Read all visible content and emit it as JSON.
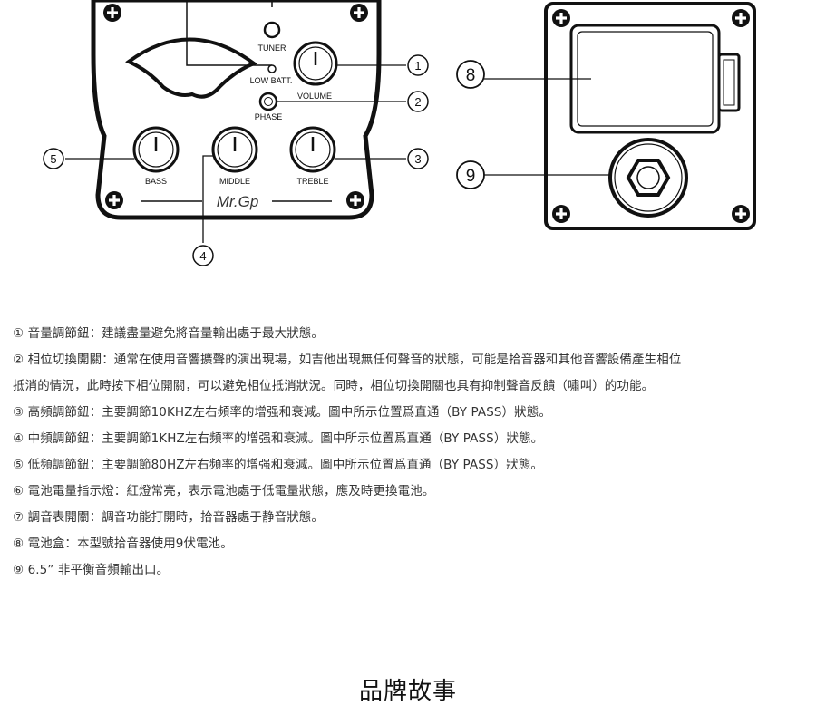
{
  "diagram": {
    "labels": {
      "tuner": "TUNER",
      "low_batt": "LOW BATT.",
      "volume": "VOLUME",
      "phase": "PHASE",
      "bass": "BASS",
      "middle": "MIDDLE",
      "treble": "TREBLE",
      "logo": "Mr.Gp"
    },
    "callouts": {
      "c1": "①",
      "c2": "②",
      "c3": "③",
      "c4": "④",
      "c5": "⑤",
      "c8": "⑧",
      "c9": "⑨"
    }
  },
  "descriptions": [
    "① 音量調節鈕：建議盡量避免將音量輸出處于最大狀態。",
    "② 相位切換開關：通常在使用音響擴聲的演出現場，如吉他出現無任何聲音的狀態，可能是拾音器和其他音響設備產生相位",
    "抵消的情況，此時按下相位開關，可以避免相位抵消狀況。同時，相位切換開關也具有抑制聲音反饋（嘯叫）的功能。",
    "③ 高頻調節鈕：主要調節10KHZ左右頻率的增强和衰減。圖中所示位置爲直通（BY PASS）狀態。",
    "④ 中頻調節鈕：主要調節1KHZ左右頻率的增强和衰減。圖中所示位置爲直通（BY PASS）狀態。",
    "⑤ 低頻調節鈕：主要調節80HZ左右頻率的增强和衰減。圖中所示位置爲直通（BY PASS）狀態。",
    "⑥ 電池電量指示燈：紅燈常亮，表示電池處于低電量狀態，應及時更換電池。",
    "⑦ 調音表開關：調音功能打開時，拾音器處于静音狀態。",
    "⑧ 電池盒：本型號拾音器使用9伏電池。",
    "⑨ 6.5” 非平衡音頻輸出口。"
  ],
  "story": {
    "title": "品牌故事"
  }
}
